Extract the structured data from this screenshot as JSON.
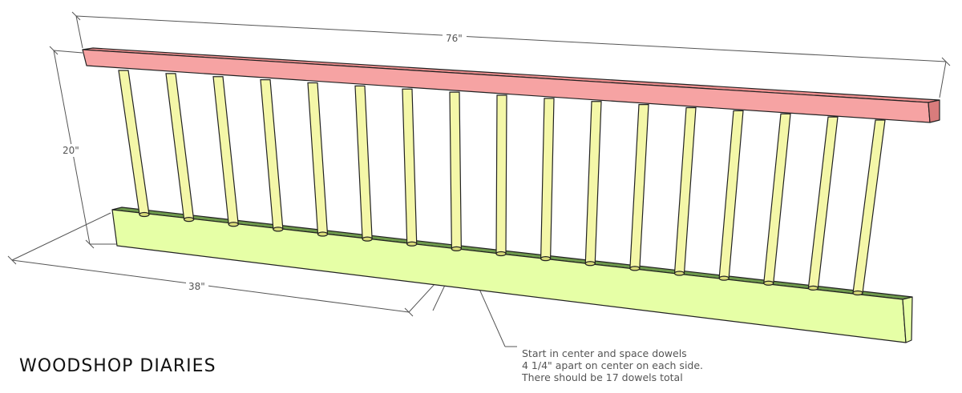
{
  "dimensions": {
    "width_label": "76\"",
    "height_label": "20\"",
    "depth_label": "38\""
  },
  "note": {
    "lines": [
      "Start in center and space dowels",
      "4 1/4\" apart on center on each side.",
      "There should be 17 dowels total"
    ]
  },
  "brand": "WOODSHOP DIARIES",
  "parts": {
    "dowel_count": 17
  },
  "colors": {
    "top_rail": "#f6a3a3",
    "top_rail_top": "#f08f8f",
    "top_rail_end": "#d97c7c",
    "bottom_rail_front": "#e6ffa6",
    "bottom_rail_top": "#6e9a4c",
    "dowel": "#f4f7a8",
    "dowel_shade": "#d9dc78",
    "line": "#222222",
    "dim_line": "#555555"
  }
}
